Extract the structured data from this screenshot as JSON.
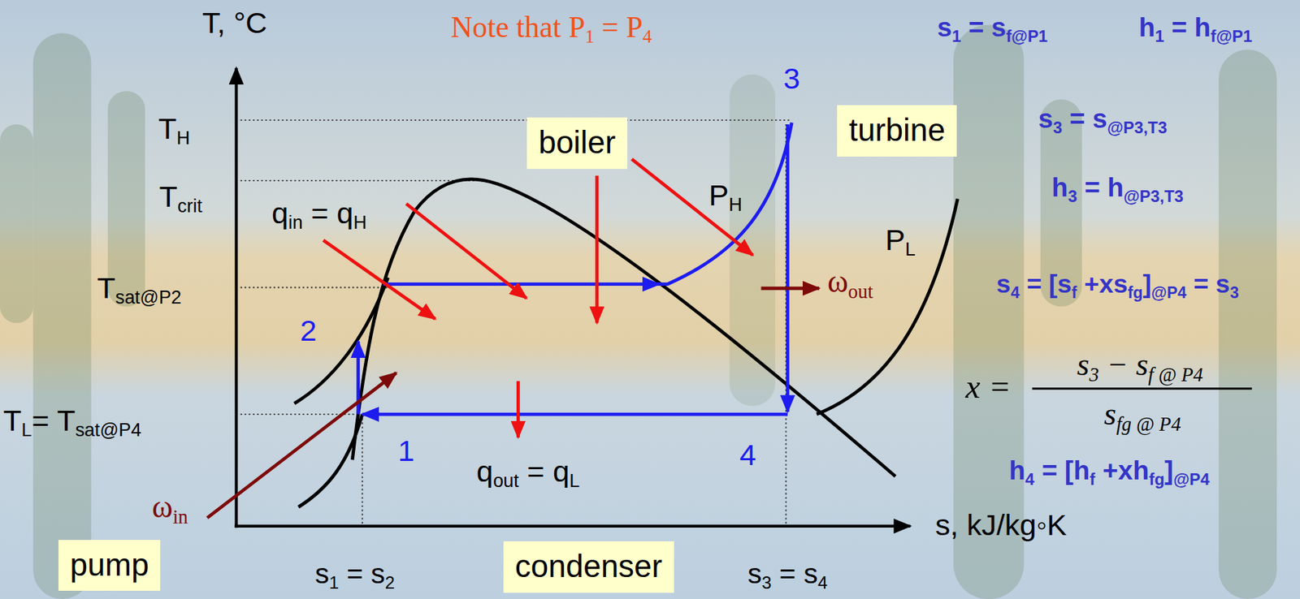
{
  "diagram": {
    "nodes": [
      {
        "text": [
          "boiler"
        ]
      },
      {
        "text": [
          "turbine"
        ]
      },
      {
        "text": [
          "pump"
        ]
      },
      {
        "text": [
          "condenser"
        ]
      }
    ],
    "labels": [
      "T, °C",
      "Note that P1 = P4",
      "s1 = sf@P1",
      "h1 = hf@P1",
      "s3 = s@P3,T3",
      "h3 = h@P3,T3",
      "s4 = [sf +xsfg]@P4 = s3",
      "x =",
      "s3 − sf @ P4",
      "sfg @ P4",
      "h4 = [hf +xhfg]@P4",
      "TH",
      "Tcrit",
      "qin = qH",
      "Tsat@P2",
      "TL= Tsat@P4",
      "3",
      "2",
      "1",
      "4",
      "PH",
      "PL",
      "ωout",
      "ωin",
      "qout = qL",
      "s, kJ/kg◦K",
      "s1 = s2",
      "s3 = s4"
    ]
  }
}
